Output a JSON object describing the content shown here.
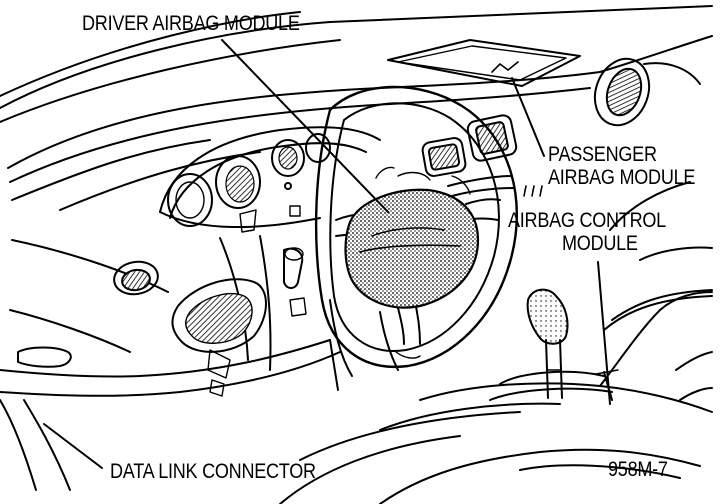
{
  "labels": {
    "driver_airbag": "DRIVER AIRBAG MODULE",
    "passenger_airbag_line1": "PASSENGER",
    "passenger_airbag_line2": "AIRBAG MODULE",
    "airbag_control_line1": "AIRBAG CONTROL",
    "airbag_control_line2": "MODULE",
    "data_link": "DATA LINK CONNECTOR",
    "figure_code": "958M-7"
  },
  "colors": {
    "line": "#000000",
    "stipple": "#000000",
    "background": "#ffffff"
  }
}
